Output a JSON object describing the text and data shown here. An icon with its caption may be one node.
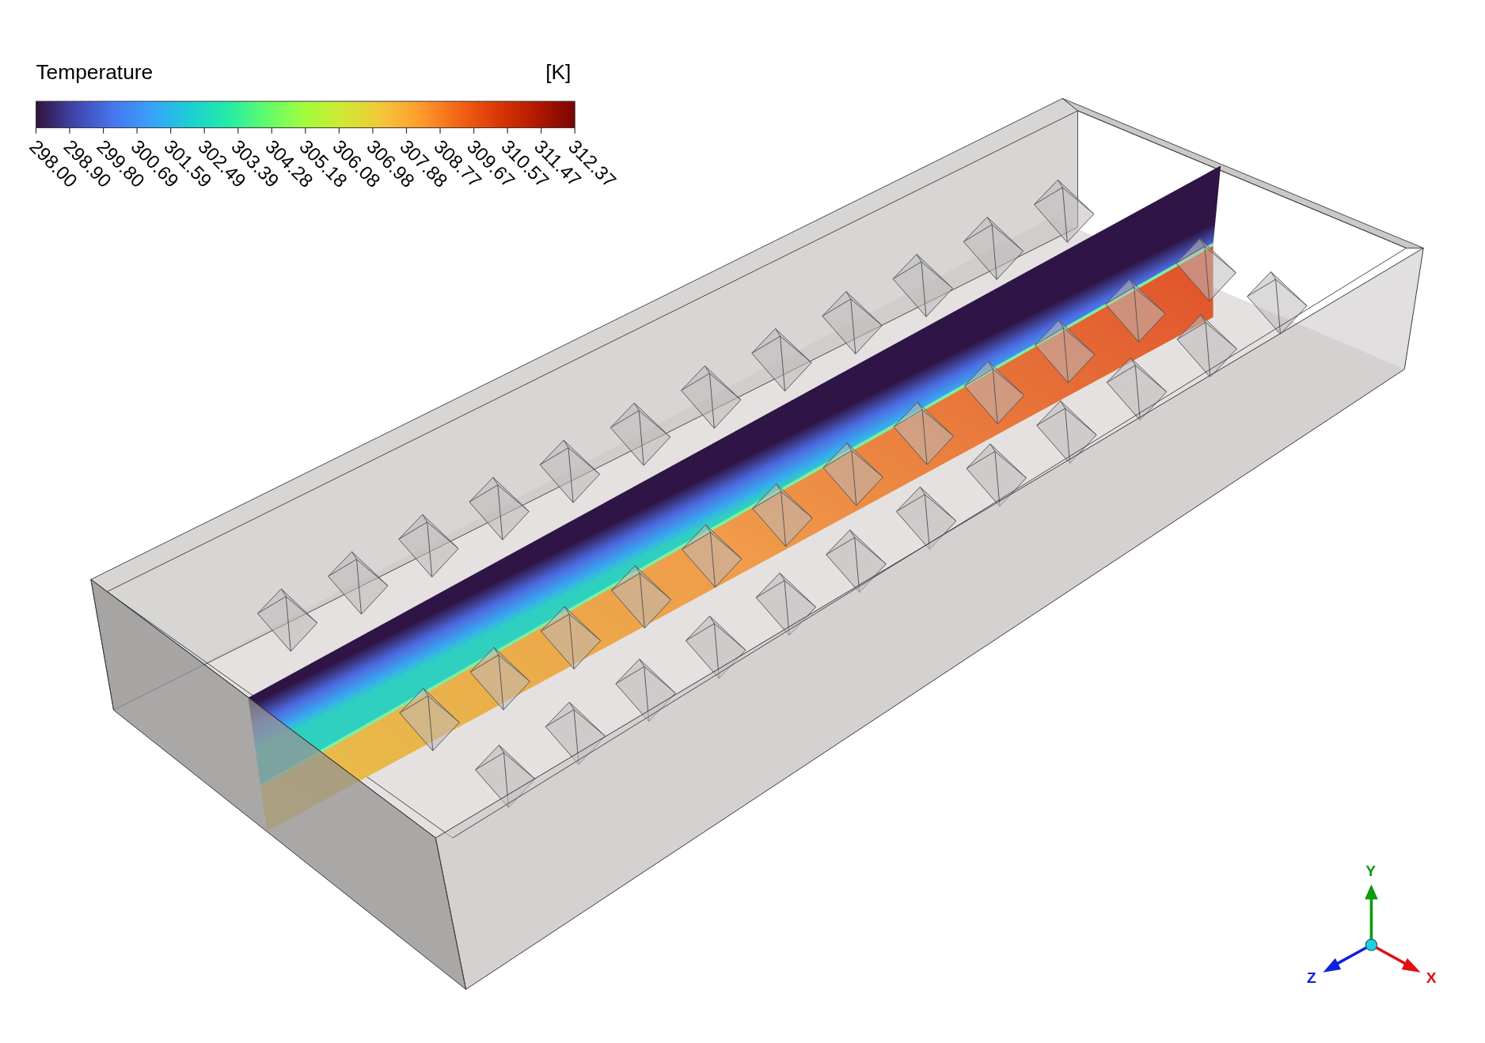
{
  "diagram": {
    "labels": [
      "Temperature",
      "[K]",
      "298.00",
      "298.90",
      "299.80",
      "300.69",
      "301.59",
      "302.49",
      "303.39",
      "304.28",
      "305.18",
      "306.08",
      "306.98",
      "307.88",
      "308.77",
      "309.67",
      "310.57",
      "311.47",
      "312.37",
      "Y",
      "Z",
      "X"
    ]
  }
}
